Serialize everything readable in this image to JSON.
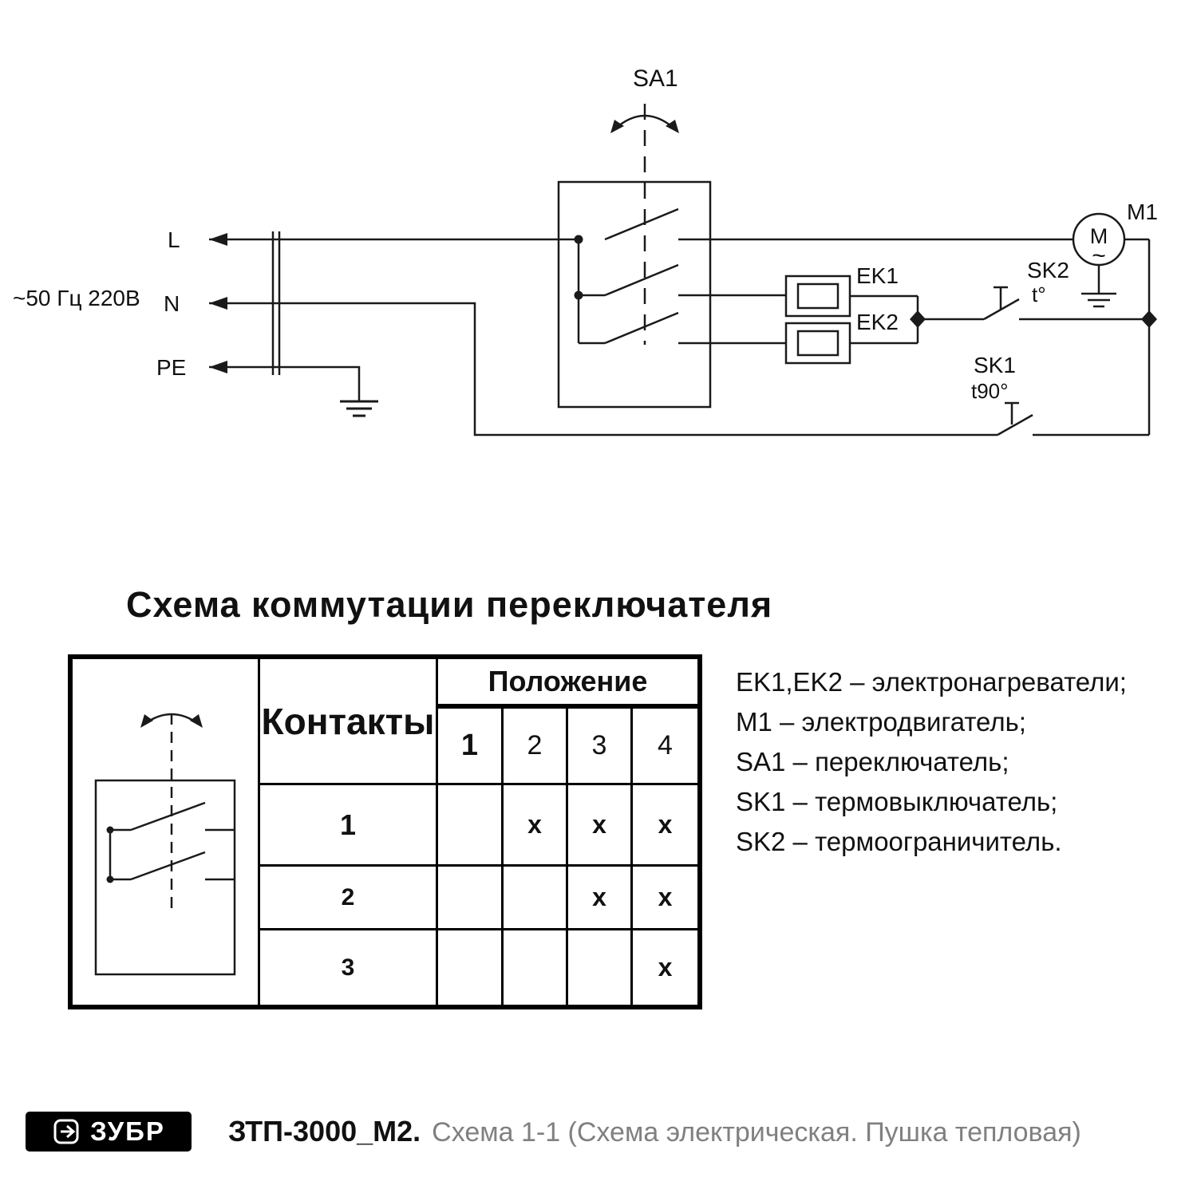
{
  "circuit": {
    "switch_label": "SA1",
    "power_label": "~50 Гц 220В",
    "terminals": [
      "L",
      "N",
      "PE"
    ],
    "heater1_label": "EK1",
    "heater2_label": "EK2",
    "sk2_label": "SK2",
    "sk2_temp": "t°",
    "sk1_label": "SK1",
    "sk1_temp": "t90°",
    "motor_label": "M1",
    "motor_letter": "M",
    "motor_tilde": "~"
  },
  "commutation": {
    "title": "Схема коммутации переключателя",
    "contacts_header": "Контакты",
    "position_header": "Положение",
    "positions": [
      "1",
      "2",
      "3",
      "4"
    ],
    "rows": [
      {
        "contact": "1",
        "marks": [
          "",
          "x",
          "x",
          "x"
        ]
      },
      {
        "contact": "2",
        "marks": [
          "",
          "",
          "x",
          "x"
        ]
      },
      {
        "contact": "3",
        "marks": [
          "",
          "",
          "",
          "x"
        ]
      }
    ]
  },
  "legend": {
    "items": [
      "EK1,EK2 – электронагреватели;",
      "M1 – электродвигатель;",
      "SA1 – переключатель;",
      "SK1 – термовыключатель;",
      "SK2 – термоограничитель."
    ]
  },
  "footer": {
    "brand": "ЗУБР",
    "model": "ЗТП-3000_М2.",
    "description": "Схема 1-1 (Схема электрическая. Пушка тепловая)"
  }
}
